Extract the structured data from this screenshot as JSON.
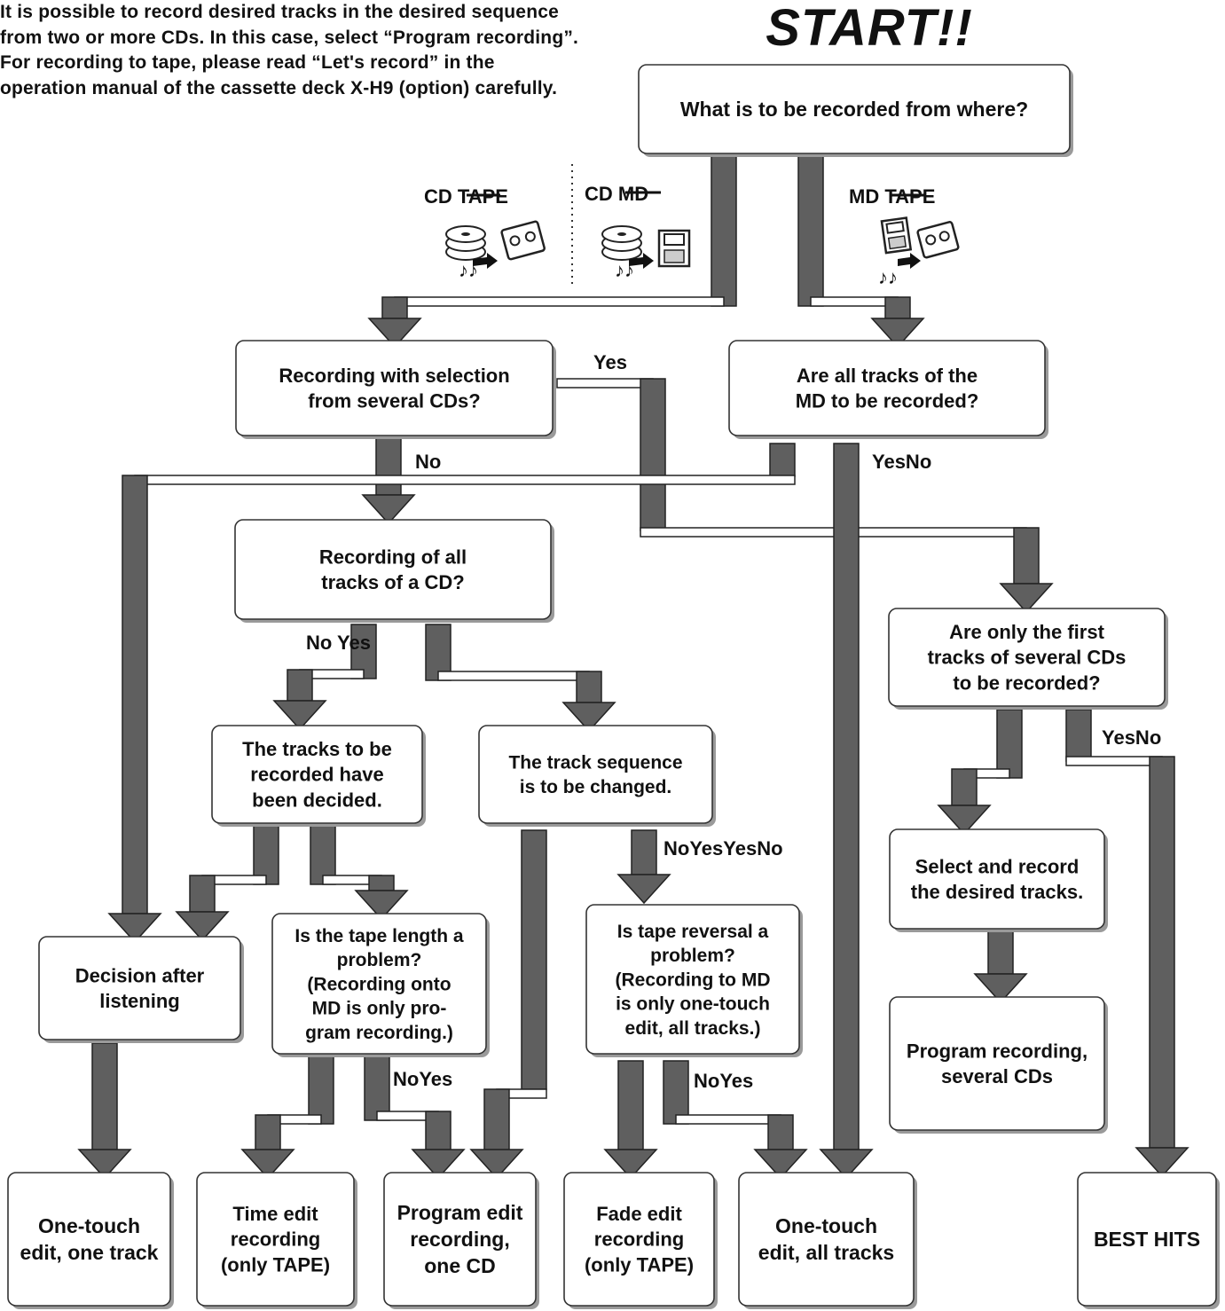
{
  "intro": {
    "line1": "It is possible to record desired tracks in the desired sequence from two or more CDs. In this case, select “Program recording”.",
    "line2": "For recording to tape, please read “Let's record” in the operation manual of the cassette deck X-H9 (option) carefully."
  },
  "start": "START!!",
  "media": {
    "cd_tape": "CD TAPE",
    "cd_md": "CD MD",
    "md_tape": "MD TAPE"
  },
  "nodes": {
    "what": [
      "What is to be recorded from where?"
    ],
    "several_cds": [
      "Recording with selection",
      "from several CDs?"
    ],
    "md_all": [
      "Are all tracks of the",
      "MD to be recorded?"
    ],
    "all_tracks_cd": [
      "Recording of all",
      "tracks of a CD?"
    ],
    "first_tracks": [
      "Are only the first",
      "tracks of several CDs",
      "to be recorded?"
    ],
    "decided": [
      "The tracks to be",
      "recorded have",
      "been decided."
    ],
    "sequence": [
      "The track sequence",
      "is to be changed."
    ],
    "select_record": [
      "Select and record",
      "the desired tracks."
    ],
    "decision_listen": [
      "Decision after",
      "listening"
    ],
    "tape_length": [
      "Is the tape length a",
      "problem?",
      "(Recording onto",
      "MD is only pro-",
      "gram recording.)"
    ],
    "tape_reversal": [
      "Is tape reversal a",
      "problem?",
      "(Recording to MD",
      "is only one-touch",
      "edit, all tracks.)"
    ],
    "program_several": [
      "Program recording,",
      "several CDs"
    ],
    "one_touch_one": [
      "One-touch",
      "edit, one track"
    ],
    "time_edit": [
      "Time edit",
      "recording",
      "(only TAPE)"
    ],
    "program_one": [
      "Program edit",
      "recording,",
      "one CD"
    ],
    "fade_edit": [
      "Fade edit",
      "recording",
      "(only TAPE)"
    ],
    "one_touch_all": [
      "One-touch",
      "edit, all tracks"
    ],
    "best_hits": [
      "BEST HITS"
    ]
  },
  "labels": {
    "yes_several": "Yes",
    "no_several": "No",
    "yesno_md": "YesNo",
    "noyes_all": "No Yes",
    "yesno_first": "YesNo",
    "noyesyesno": "NoYesYesNo",
    "noyes_length": "NoYes",
    "noyes_reversal": "NoYes"
  },
  "colors": {
    "arrow_fill": "#5f5f5f",
    "arrow_stroke": "#222222",
    "box_stroke": "#333333",
    "box_shadow": "#9a9a9a"
  }
}
